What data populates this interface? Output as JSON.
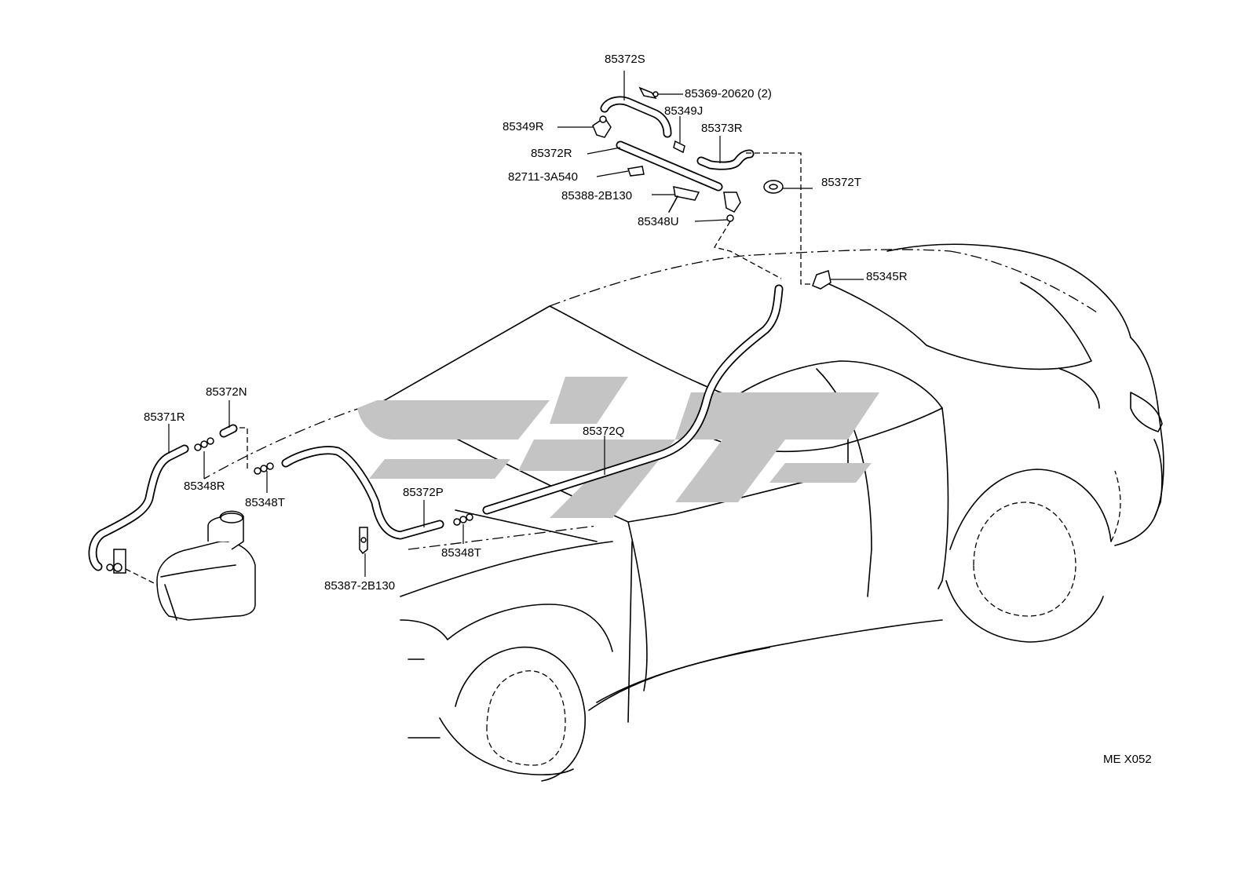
{
  "diagram_code": "ME X052",
  "part_labels": {
    "p85372S": "85372S",
    "p85369": "85369-20620 (2)",
    "p85349J": "85349J",
    "p85349R": "85349R",
    "p85373R": "85373R",
    "p85372R": "85372R",
    "p82711": "82711-3A540",
    "p85372T": "85372T",
    "p85388": "85388-2B130",
    "p85348U": "85348U",
    "p85345R": "85345R",
    "p85372N": "85372N",
    "p85371R": "85371R",
    "p85372Q": "85372Q",
    "p85348R": "85348R",
    "p85348T_a": "85348T",
    "p85372P": "85372P",
    "p85348T_b": "85348T",
    "p85387": "85387-2B130"
  }
}
